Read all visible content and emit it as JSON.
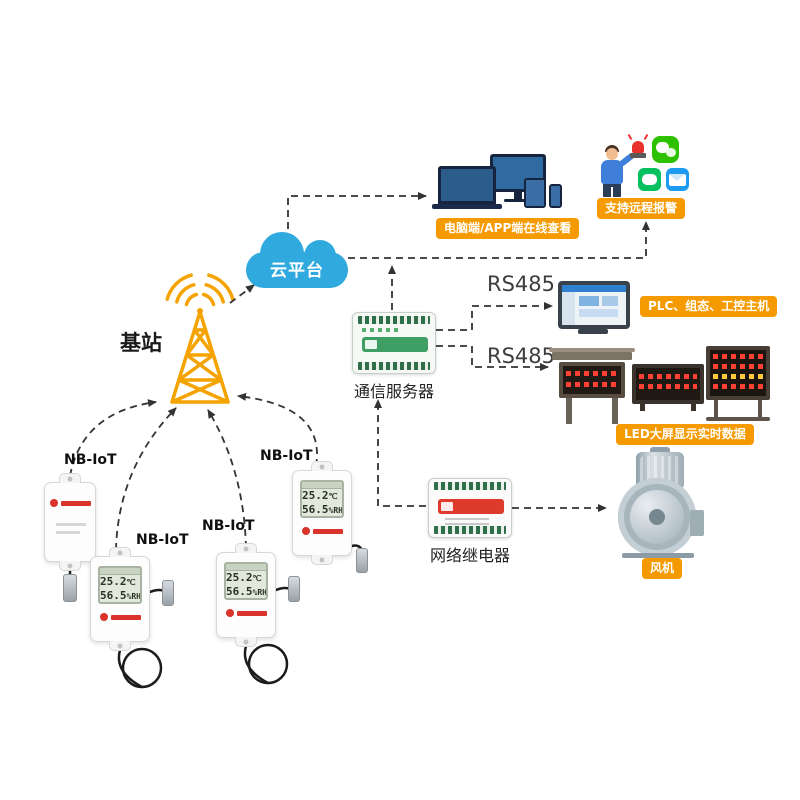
{
  "diagram": {
    "cloud": {
      "label": "云平台"
    },
    "station": {
      "label": "基站"
    },
    "server": {
      "label": "通信服务器"
    },
    "rs485": {
      "top": "RS485",
      "bottom": "RS485"
    },
    "badges": {
      "pc": "电脑端/APP端在线查看",
      "alarm": "支持远程报警",
      "plc": "PLC、组态、工控主机",
      "led": "LED大屏显示实时数据",
      "fan": "风机"
    },
    "relay": {
      "label": "网络继电器"
    },
    "sensors": [
      {
        "label": "NB-IoT"
      },
      {
        "label": "NB-IoT",
        "temp": "25.2",
        "temp_unit": "℃",
        "hum": "56.5",
        "hum_unit": "%RH"
      },
      {
        "label": "NB-IoT",
        "temp": "25.2",
        "temp_unit": "℃",
        "hum": "56.5",
        "hum_unit": "%RH"
      },
      {
        "label": "NB-IoT",
        "temp": "25.2",
        "temp_unit": "℃",
        "hum": "56.5",
        "hum_unit": "%RH"
      }
    ],
    "colors": {
      "badge_orange": "#F59A00",
      "cloud_blue": "#2FA9DE",
      "tower_orange": "#F5A300",
      "line_dark": "#333333",
      "led_red": "#FF4033"
    }
  }
}
